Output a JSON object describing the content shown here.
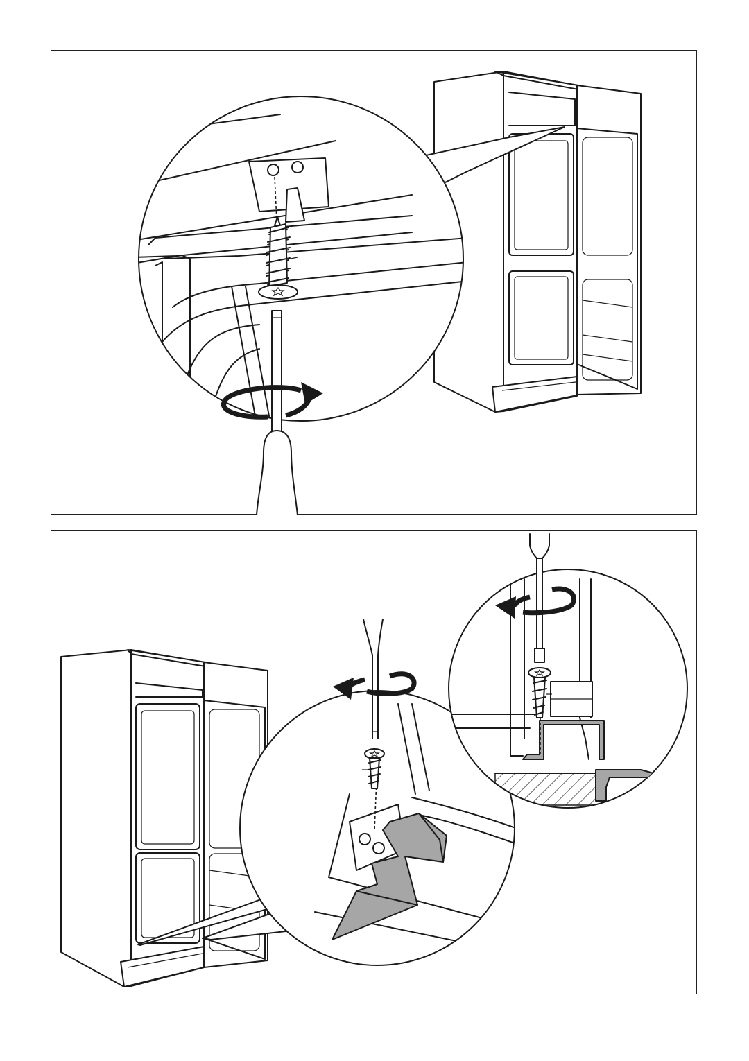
{
  "page": {
    "figures": [
      {
        "id": "figure-1",
        "content": "screw-fixing-top-hinge-illustration",
        "icons": [
          "screwdriver-icon",
          "rotate-clockwise-arrow-icon",
          "screw-icon"
        ]
      },
      {
        "id": "figure-2",
        "content": "screw-fixing-bottom-hinge-illustration",
        "icons": [
          "screwdriver-icon",
          "rotate-clockwise-arrow-icon",
          "screw-icon",
          "bracket-icon"
        ]
      }
    ],
    "colors": {
      "line": "#1a1a1a",
      "bracket_fill": "#a6a6a6",
      "background": "#ffffff"
    }
  }
}
